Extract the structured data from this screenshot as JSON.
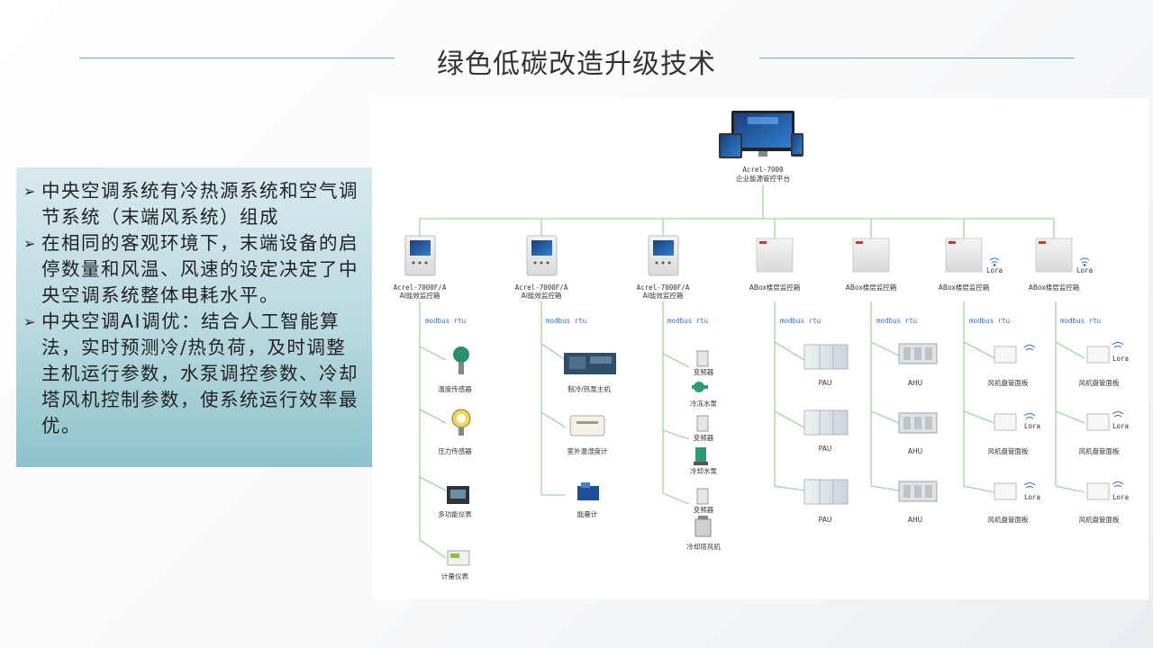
{
  "page": {
    "title": "绿色低碳改造升级技术"
  },
  "bullets": [
    "中央空调系统有冷热源系统和空气调节系统（末端风系统）组成",
    "在相同的客观环境下，末端设备的启停数量和风温、风速的设定决定了中央空调系统整体电耗水平。",
    "中央空调AI调优：结合人工智能算法，实时预测冷/热负荷，及时调整主机运行参数，水泵调控参数、冷却塔风机控制参数，使系统运行效率最优。"
  ],
  "diagram": {
    "platform": {
      "model": "Acrel-7000",
      "name": "企业能源管控平台"
    },
    "protocol": "modbus rtu",
    "lora": "Lora",
    "controllers": [
      {
        "model": "Acrel-7000F/A",
        "name": "AI能效监控箱"
      },
      {
        "model": "Acrel-7000F/A",
        "name": "AI能效监控箱"
      },
      {
        "model": "Acrel-7000F/A",
        "name": "AI能效监控箱"
      },
      {
        "name": "ABox楼层监控箱"
      },
      {
        "name": "ABox楼层监控箱"
      },
      {
        "name": "ABox楼层监控箱"
      },
      {
        "name": "ABox楼层监控箱"
      }
    ],
    "col1": [
      "温度传感器",
      "压力传感器",
      "多功能仪表",
      "计量仪表"
    ],
    "col2": [
      "制冷/热泵主机",
      "室外温湿度计",
      "能量计"
    ],
    "col3": [
      "变频器",
      "冷冻水泵",
      "变频器",
      "冷却水泵",
      "变频器",
      "冷却塔风机"
    ],
    "col4": [
      "PAU",
      "PAU",
      "PAU"
    ],
    "col5": [
      "AHU",
      "AHU",
      "AHU"
    ],
    "col6": [
      "风机盘管面板",
      "风机盘管面板",
      "风机盘管面板"
    ],
    "col7": [
      "风机盘管面板",
      "风机盘管面板",
      "风机盘管面板"
    ]
  }
}
